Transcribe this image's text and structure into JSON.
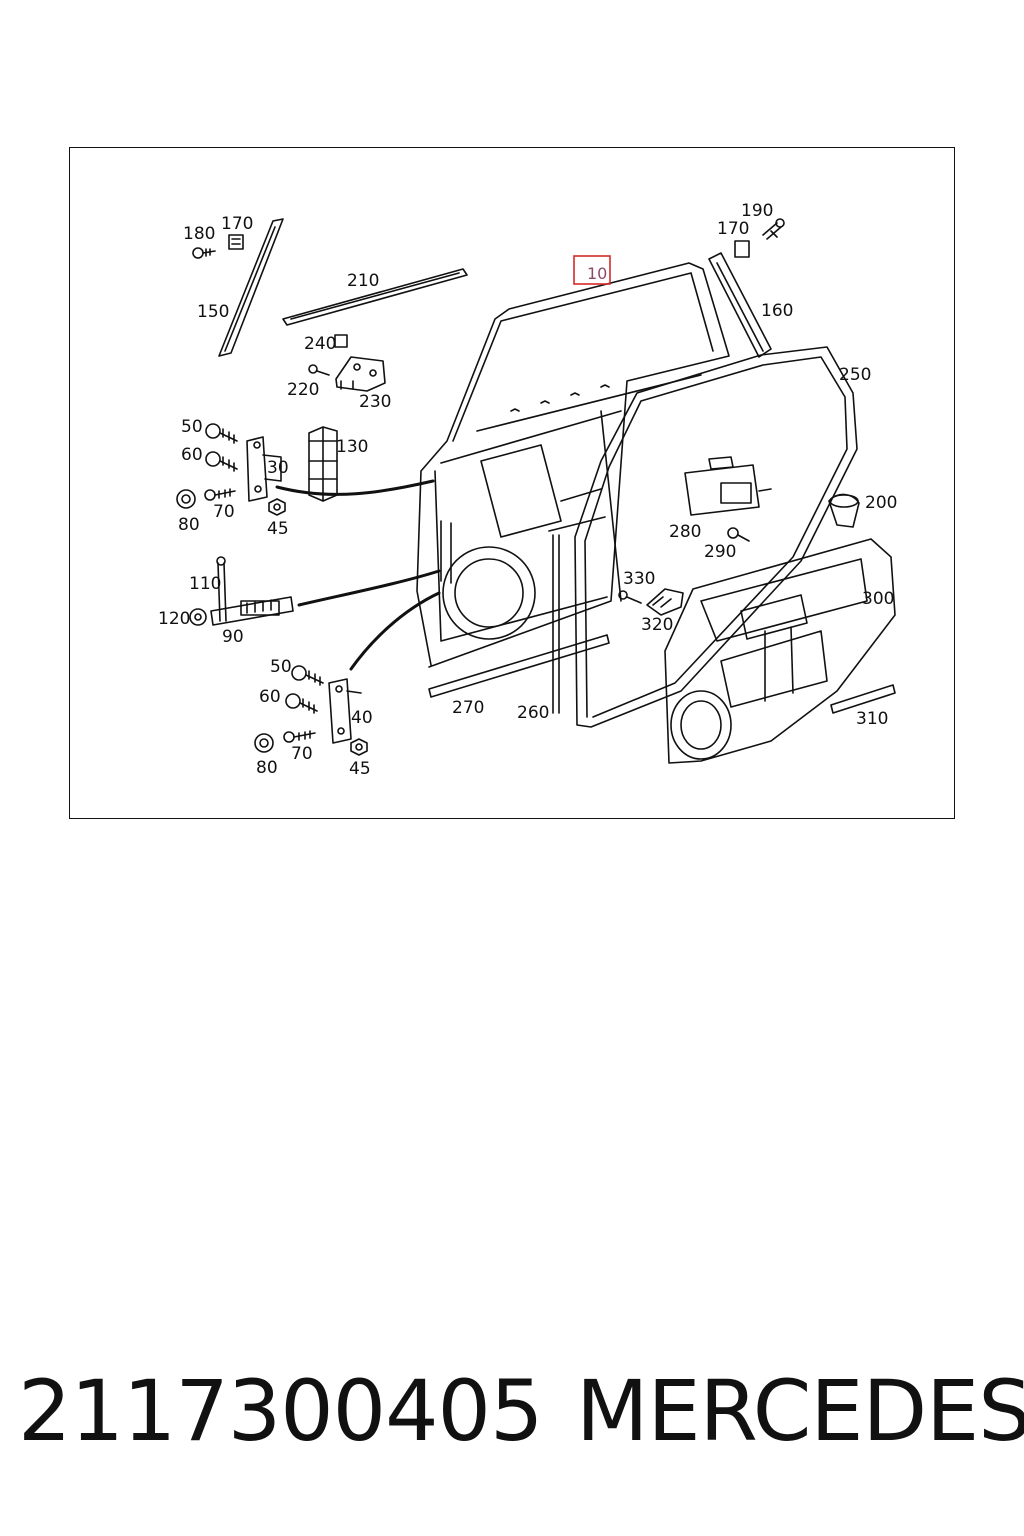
{
  "diagram": {
    "highlighted_callout": "10",
    "callouts": [
      "10",
      "30",
      "40",
      "45",
      "45",
      "50",
      "50",
      "60",
      "60",
      "70",
      "70",
      "80",
      "80",
      "90",
      "110",
      "120",
      "130",
      "150",
      "160",
      "170",
      "170",
      "180",
      "190",
      "200",
      "210",
      "220",
      "230",
      "240",
      "250",
      "260",
      "270",
      "280",
      "290",
      "300",
      "310",
      "320",
      "330"
    ],
    "highlight_color": "#d42a2a",
    "line_color": "#111111"
  },
  "caption": {
    "part_number": "2117300405",
    "brand": "MERCEDES"
  }
}
